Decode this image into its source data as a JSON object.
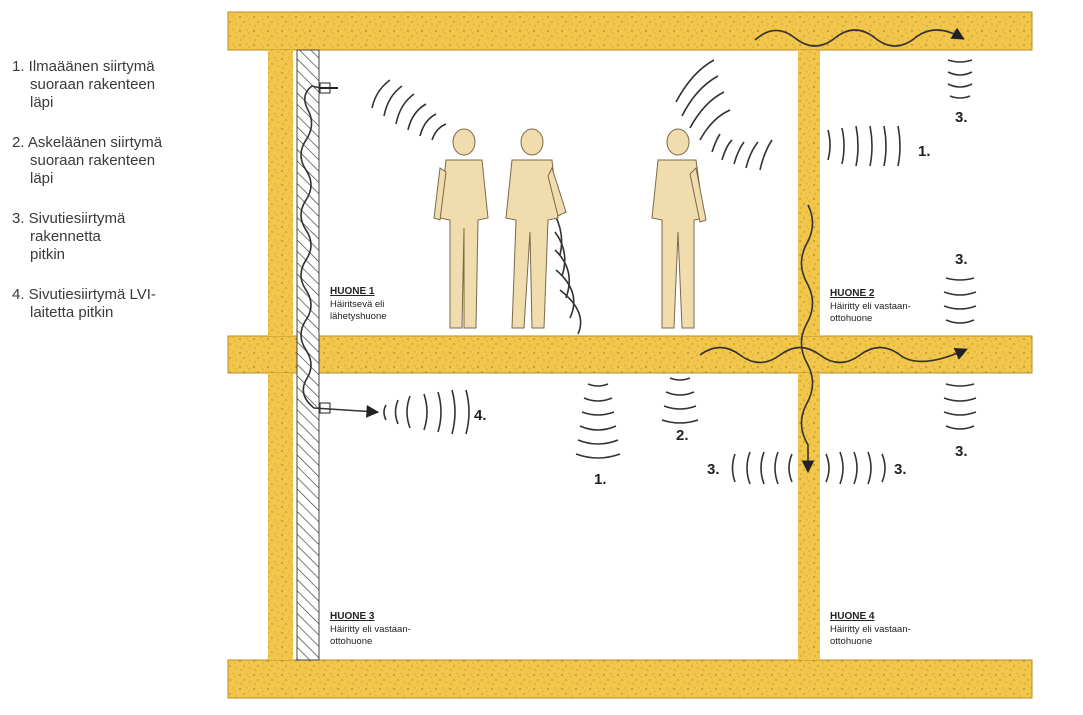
{
  "legend": {
    "items": [
      {
        "first": "1. Ilmaäänen siirtymä",
        "rest": [
          "suoraan rakenteen",
          "läpi"
        ]
      },
      {
        "first": "2. Askeläänen siirtymä",
        "rest": [
          "suoraan rakenteen",
          "läpi"
        ]
      },
      {
        "first": "3. Sivutiesiirtymä",
        "rest": [
          "rakennetta",
          "pitkin"
        ]
      },
      {
        "first": "4. Sivutiesiirtymä LVI-",
        "rest": [
          "laitetta pitkin"
        ]
      }
    ]
  },
  "rooms": {
    "room1": {
      "title": "HUONE 1",
      "desc": [
        "Häiritsevä eli",
        "lähetyshuone"
      ]
    },
    "room2": {
      "title": "HUONE 2",
      "desc": [
        "Häiritty eli vastaan-",
        "ottohuone"
      ]
    },
    "room3": {
      "title": "HUONE 3",
      "desc": [
        "Häiritty eli vastaan-",
        "ottohuone"
      ]
    },
    "room4": {
      "title": "HUONE 4",
      "desc": [
        "Häiritty eli vastaan-",
        "ottohuone"
      ]
    }
  },
  "paths": {
    "p1_room2": "1.",
    "p1_room3": "1.",
    "p2": "2.",
    "p3_top": "3.",
    "p3_mid_upper": "3.",
    "p3_mid_lower": "3.",
    "p3_left": "3.",
    "p3_right": "3.",
    "p4": "4."
  },
  "colors": {
    "structure": "#f2c64a",
    "speckle": "#8a6a1c",
    "figure": "#f1dcae",
    "figure_outline": "#7a6a4a",
    "ink": "#222222"
  }
}
